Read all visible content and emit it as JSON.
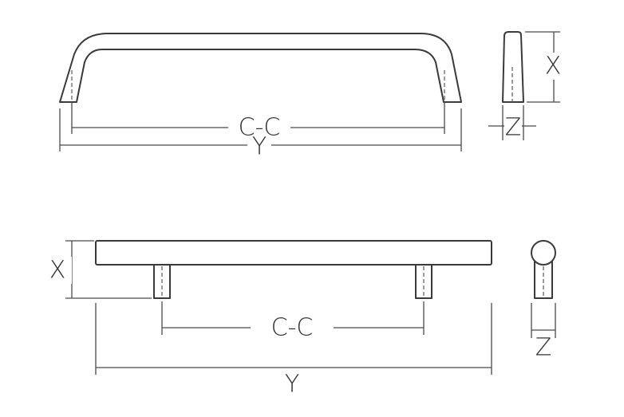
{
  "labels": {
    "height": "X",
    "length": "Y",
    "center_to_center": "C-C",
    "diameter": "Z"
  }
}
